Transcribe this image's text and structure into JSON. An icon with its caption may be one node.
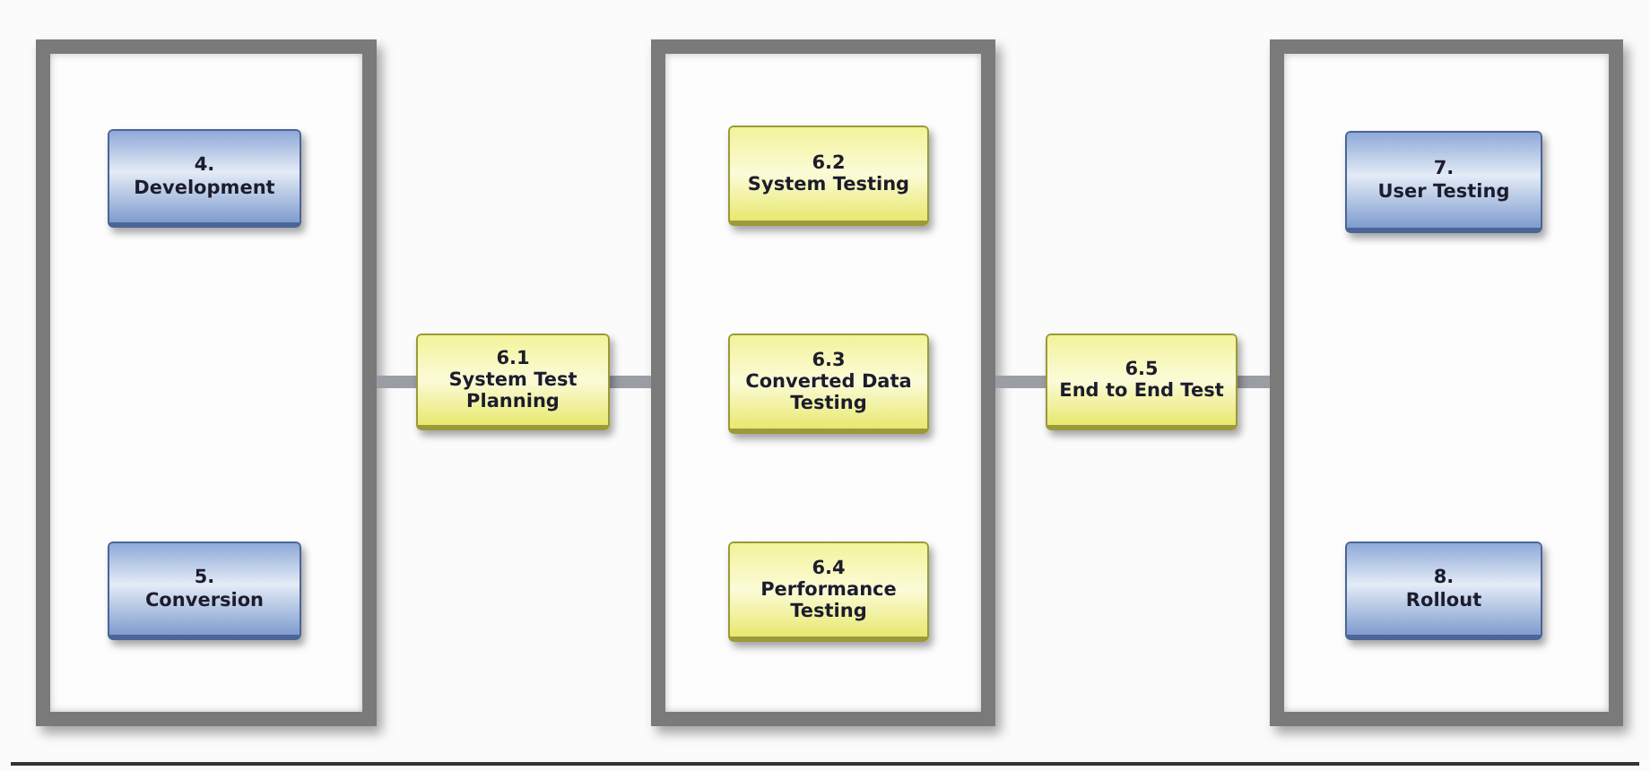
{
  "diagram": {
    "nodes": [
      {
        "text": [],
        "shape": "box"
      },
      {
        "text": [
          "4.",
          "Development"
        ],
        "in": 0
      },
      {
        "text": [
          "5.",
          "Conversion"
        ],
        "in": 0
      },
      {
        "text": [
          "6.1",
          "System Test Planning"
        ]
      },
      {
        "text": [],
        "shape": "box"
      },
      {
        "text": [
          "6.2",
          "System Testing"
        ],
        "in": 4
      },
      {
        "text": [
          "6.3",
          "Converted Data Testing"
        ],
        "in": 4
      },
      {
        "text": [
          "6.4",
          "Performance Testing"
        ],
        "in": 4
      },
      {
        "text": [
          "6.5",
          "End to End Test"
        ]
      },
      {
        "text": [],
        "shape": "box"
      },
      {
        "text": [
          "7.",
          "User Testing"
        ],
        "in": 9
      },
      {
        "text": [
          "8.",
          "Rollout"
        ],
        "in": 9
      }
    ],
    "edges": [
      {
        "from": 0,
        "to": 3,
        "arrow": "none"
      },
      {
        "from": 3,
        "to": 4,
        "arrow": "none"
      },
      {
        "from": 4,
        "to": 8,
        "arrow": "none"
      },
      {
        "from": 8,
        "to": 9,
        "arrow": "none"
      }
    ]
  }
}
